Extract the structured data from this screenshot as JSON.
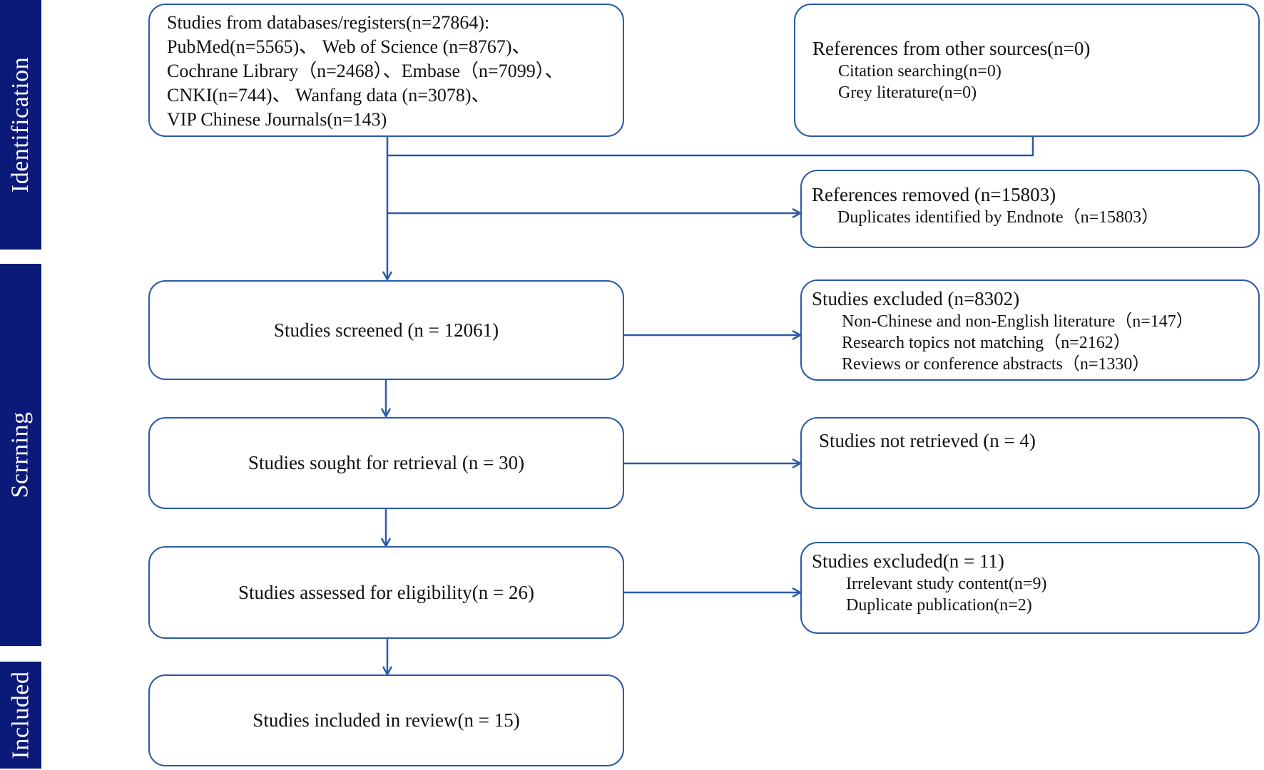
{
  "phases": {
    "identification": "Identification",
    "screening": "Scrrning",
    "included": "Included"
  },
  "boxes": {
    "databases": {
      "title": "Studies from databases/registers(n=27864):",
      "lines": [
        "PubMed(n=5565)、 Web of Science (n=8767)、",
        "Cochrane Library（n=2468）、Embase（n=7099）、",
        "CNKI(n=744)、 Wanfang data (n=3078)、",
        "VIP Chinese Journals(n=143)"
      ]
    },
    "other_sources": {
      "title": "References from other sources(n=0)",
      "items": [
        "Citation searching(n=0)",
        "Grey literature(n=0)"
      ]
    },
    "removed": {
      "title": "References removed (n=15803)",
      "items": [
        "Duplicates identified by Endnote（n=15803）"
      ]
    },
    "screened": {
      "label": "Studies screened (n = 12061)"
    },
    "excluded_screening": {
      "title": "Studies excluded (n=8302)",
      "items": [
        "Non-Chinese and non-English literature（n=147）",
        "Research topics not matching（n=2162）",
        "Reviews or conference abstracts（n=1330）"
      ]
    },
    "sought": {
      "label": "Studies sought for retrieval (n = 30)"
    },
    "not_retrieved": {
      "title": "Studies not retrieved (n = 4)"
    },
    "assessed": {
      "label": "Studies assessed for eligibility(n = 26)"
    },
    "excluded_eligibility": {
      "title": "Studies excluded(n = 11)",
      "items": [
        "Irrelevant study content(n=9)",
        "Duplicate publication(n=2)"
      ]
    },
    "included": {
      "label": "Studies included in review(n = 15)"
    }
  },
  "colors": {
    "phase_bar": "#0b1a78",
    "box_border": "#2a5aa8",
    "arrow": "#2a5aa8"
  }
}
